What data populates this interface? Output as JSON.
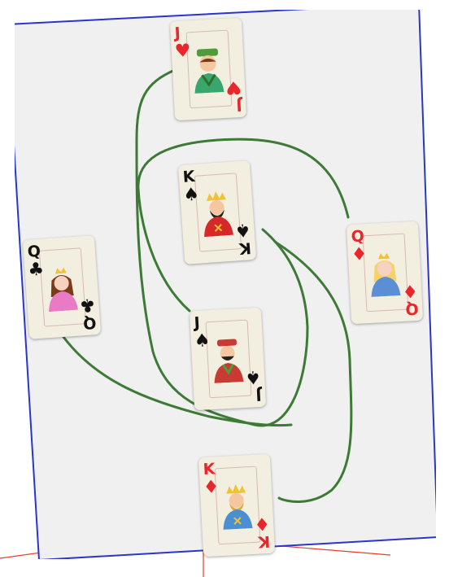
{
  "colors": {
    "frame": "#2a36c8",
    "background": "#f0f0f0",
    "path": "#3c7a35",
    "annotation_line": "#e0402a"
  },
  "cards": [
    {
      "id": "jack-hearts",
      "rank": "J",
      "suit": "♥",
      "color": "red",
      "figure": "jack",
      "hat": "#4f9c3a",
      "robe": "#3aa66b"
    },
    {
      "id": "king-spades",
      "rank": "K",
      "suit": "♠",
      "color": "black",
      "figure": "king",
      "hat": "#f1c232",
      "robe": "#d62828"
    },
    {
      "id": "queen-clubs",
      "rank": "Q",
      "suit": "♣",
      "color": "black",
      "figure": "queen",
      "hat": "#f1c232",
      "robe": "#e97bc4"
    },
    {
      "id": "queen-diamonds",
      "rank": "Q",
      "suit": "♦",
      "color": "red",
      "figure": "queen",
      "hat": "#f1c232",
      "robe": "#5a8fd6"
    },
    {
      "id": "jack-spades",
      "rank": "J",
      "suit": "♠",
      "color": "black",
      "figure": "jack",
      "hat": "#c93a32",
      "robe": "#c93a32"
    },
    {
      "id": "king-diamonds",
      "rank": "K",
      "suit": "♦",
      "color": "red",
      "figure": "king",
      "hat": "#f1c232",
      "robe": "#4a8fd1"
    }
  ]
}
